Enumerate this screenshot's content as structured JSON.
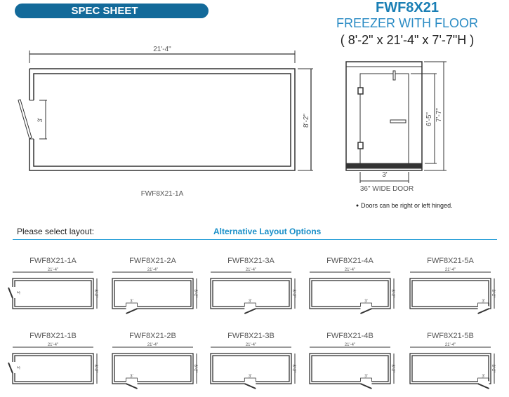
{
  "header": {
    "spec_sheet": "SPEC SHEET",
    "model": "FWF8X21",
    "subtitle": "FREEZER WITH FLOOR",
    "dimensions": "( 8'-2\" x 21'-4\" x 7'-7\"H )"
  },
  "plan": {
    "width_label": "21'-4\"",
    "depth_label": "8'-2\"",
    "door_label": "3'",
    "caption": "FWF8X21-1A"
  },
  "elevation": {
    "door_height": "6'-5\"",
    "total_height": "7'-7\"",
    "door_width": "3'",
    "door_caption": "36\" WIDE DOOR",
    "note": "Doors can be right or left hinged."
  },
  "layouts": {
    "select_label": "Please select layout:",
    "title": "Alternative Layout Options",
    "width_label": "21'-4\"",
    "depth_label": "8'-2\"",
    "door_label": "3'",
    "items": [
      {
        "name": "FWF8X21-1A",
        "door": "left"
      },
      {
        "name": "FWF8X21-2A",
        "door": "bottom-1"
      },
      {
        "name": "FWF8X21-3A",
        "door": "bottom-2"
      },
      {
        "name": "FWF8X21-4A",
        "door": "bottom-3"
      },
      {
        "name": "FWF8X21-5A",
        "door": "bottom-4"
      },
      {
        "name": "FWF8X21-1B",
        "door": "left"
      },
      {
        "name": "FWF8X21-2B",
        "door": "bottom-1"
      },
      {
        "name": "FWF8X21-3B",
        "door": "bottom-2"
      },
      {
        "name": "FWF8X21-4B",
        "door": "bottom-3"
      },
      {
        "name": "FWF8X21-5B",
        "door": "bottom-4"
      }
    ]
  },
  "colors": {
    "brand": "#136a9a",
    "accent": "#2a8bc4"
  }
}
